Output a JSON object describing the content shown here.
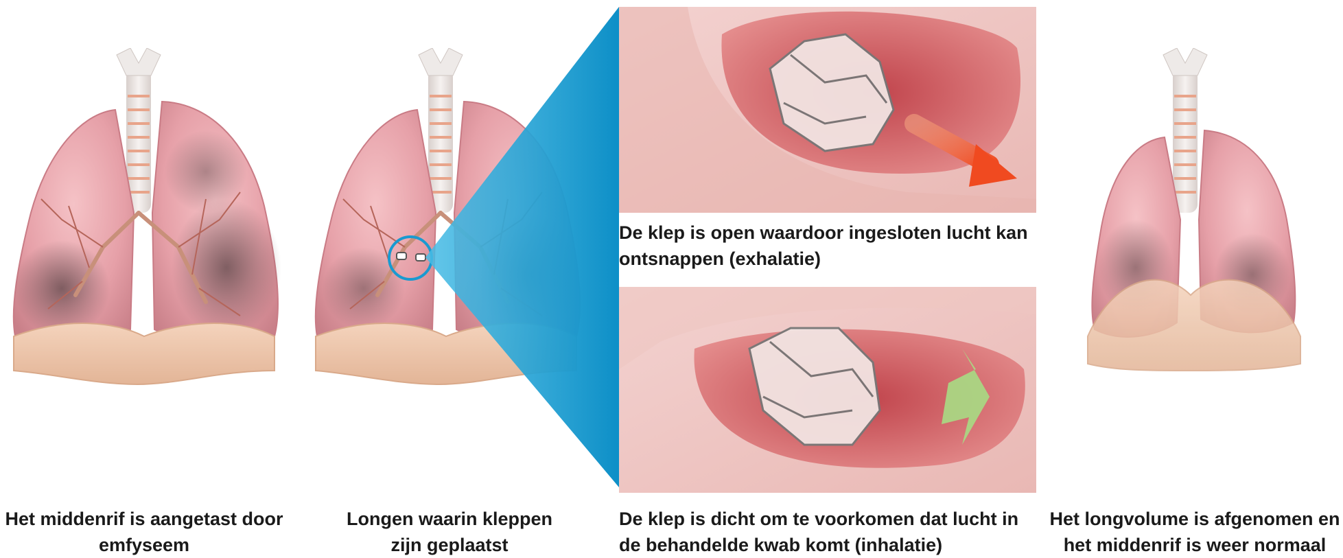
{
  "panels": [
    {
      "id": "emphysema",
      "caption_lines": [
        "Het middenrif is aangetast door",
        "emfyseem"
      ]
    },
    {
      "id": "valves-placed",
      "caption_lines": [
        "Longen waarin kleppen",
        "zijn geplaatst"
      ]
    },
    {
      "id": "valve-open",
      "caption_lines": [
        "De klep is open waardoor ingesloten lucht kan",
        "ontsnappen (exhalatie)"
      ]
    },
    {
      "id": "valve-closed",
      "caption_lines": [
        "De klep is dicht om te voorkomen dat lucht in",
        "de behandelde kwab komt (inhalatie)"
      ]
    },
    {
      "id": "volume-reduced",
      "caption_lines": [
        "Het longvolume is afgenomen en",
        "het middenrif is weer normaal"
      ]
    }
  ],
  "colors": {
    "lung_pink": "#e9a3aa",
    "lung_dark": "#6d5558",
    "diaphragm": "#efc8ad",
    "trachea": "#e8e1de",
    "zoom_blue": "#1aa3d6",
    "airway_red": "#c8545a",
    "exhale_arrow": "#f25a2a",
    "inhale_arrow": "#9cd77c"
  }
}
